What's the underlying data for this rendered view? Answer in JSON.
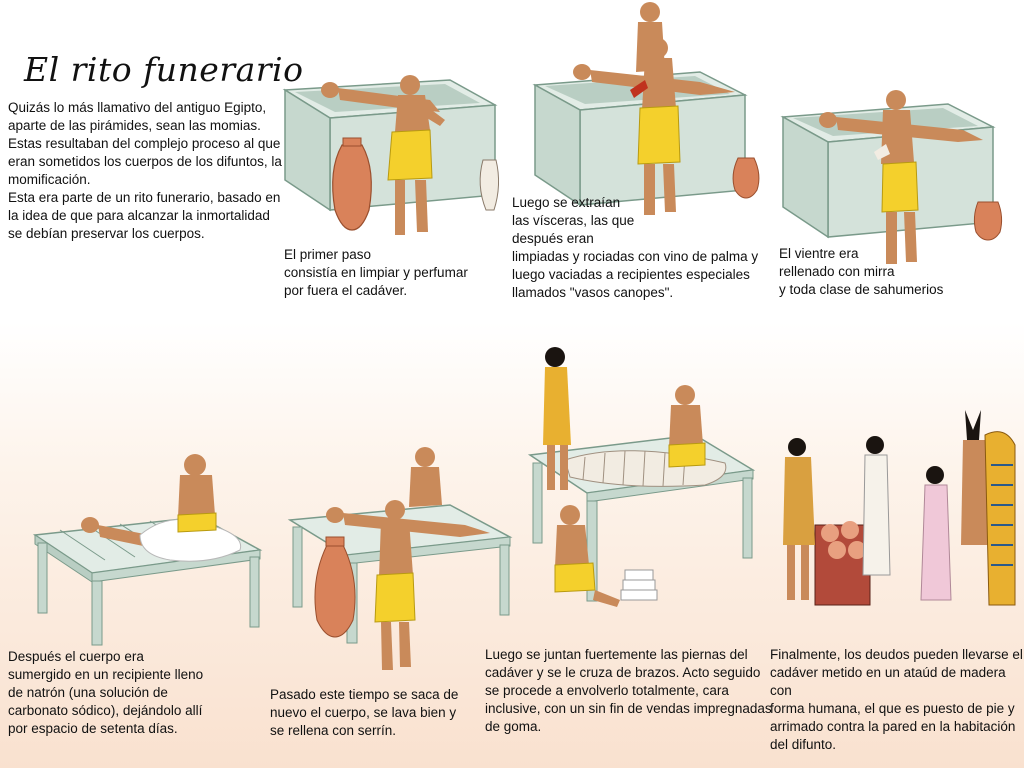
{
  "title": "El rito funerario",
  "intro": "Quizás lo más llamativo del antiguo Egipto,\naparte de las pirámides, sean las momias.\nEstas resultaban del complejo proceso al que\neran sometidos los cuerpos de los difuntos, la\nmomificación.\nEsta era parte de un rito funerario, basado en\nla idea de que para alcanzar la inmortalidad\nse debían preservar los cuerpos.",
  "steps": [
    {
      "id": 1,
      "text": "El primer paso\nconsistía en limpiar y perfumar\npor fuera el cadáver."
    },
    {
      "id": 2,
      "text": "Luego se extraían\nlas vísceras, las que\ndespués eran\nlimpiadas y rociadas con vino de palma y\nluego vaciadas a recipientes especiales\nllamados \"vasos canopes\"."
    },
    {
      "id": 3,
      "text": "El vientre era\nrellenado con mirra\ny toda clase de sahumerios"
    },
    {
      "id": 4,
      "text": "Después el cuerpo era\nsumergido en un recipiente lleno\nde natrón (una solución de\ncarbonato sódico), dejándolo allí\npor espacio de setenta días."
    },
    {
      "id": 5,
      "text": "Pasado este tiempo se saca de\nnuevo el cuerpo, se lava bien y\nse rellena con   serrín."
    },
    {
      "id": 6,
      "text": "Luego se juntan fuertemente las piernas del\ncadáver y se le cruza de brazos. Acto seguido\nse procede a envolverlo totalmente, cara\ninclusive, con un sin fin de vendas impregnadas\nde goma."
    },
    {
      "id": 7,
      "text": "Finalmente, los deudos pueden llevarse el\ncadáver metido en un ataúd de madera con\nforma humana, el que es puesto de pie y\narrimado contra la pared en la habitación\ndel difunto."
    }
  ],
  "colors": {
    "skin": "#c98a5a",
    "skin_dark": "#a8683e",
    "kilt": "#f4d02c",
    "table": "#e2ece6",
    "table_edge": "#7a9a8a",
    "vase": "#d9825a",
    "bandage": "#f2ece2"
  }
}
